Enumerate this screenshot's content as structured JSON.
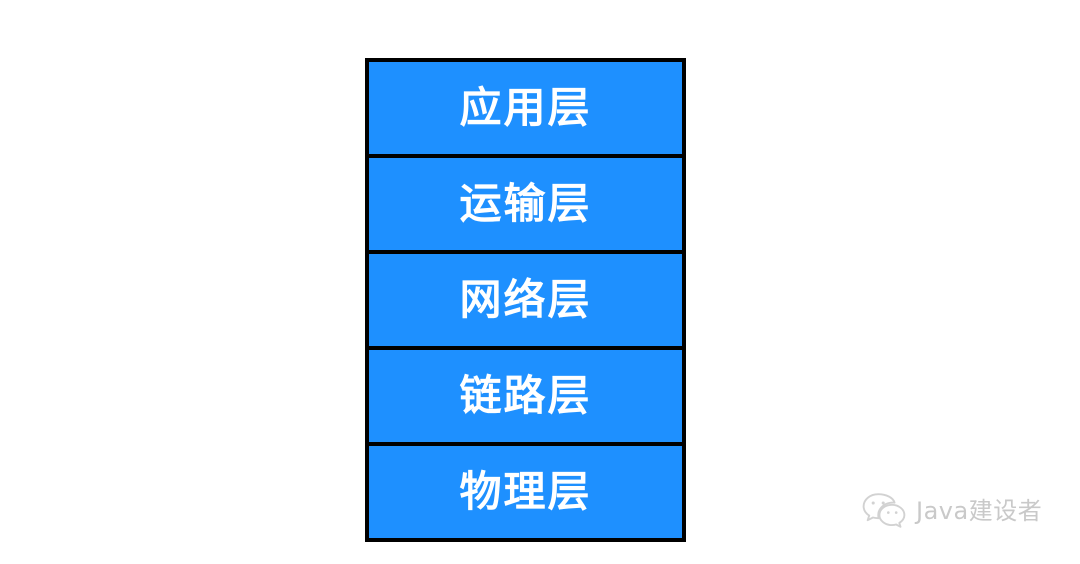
{
  "diagram": {
    "type": "layered-stack",
    "title": "",
    "orientation": "vertical",
    "layer_count": 5,
    "colors": {
      "layer_fill": "#1e90ff",
      "layer_border": "#000000",
      "layer_text": "#ffffff",
      "background": "#ffffff",
      "watermark_text": "#c9c9c9"
    },
    "layers": [
      {
        "label": "应用层",
        "index": 1
      },
      {
        "label": "运输层",
        "index": 2
      },
      {
        "label": "网络层",
        "index": 3
      },
      {
        "label": "链路层",
        "index": 4
      },
      {
        "label": "物理层",
        "index": 5
      }
    ]
  },
  "watermark": {
    "icon": "wechat-icon",
    "text": "Java建设者"
  }
}
